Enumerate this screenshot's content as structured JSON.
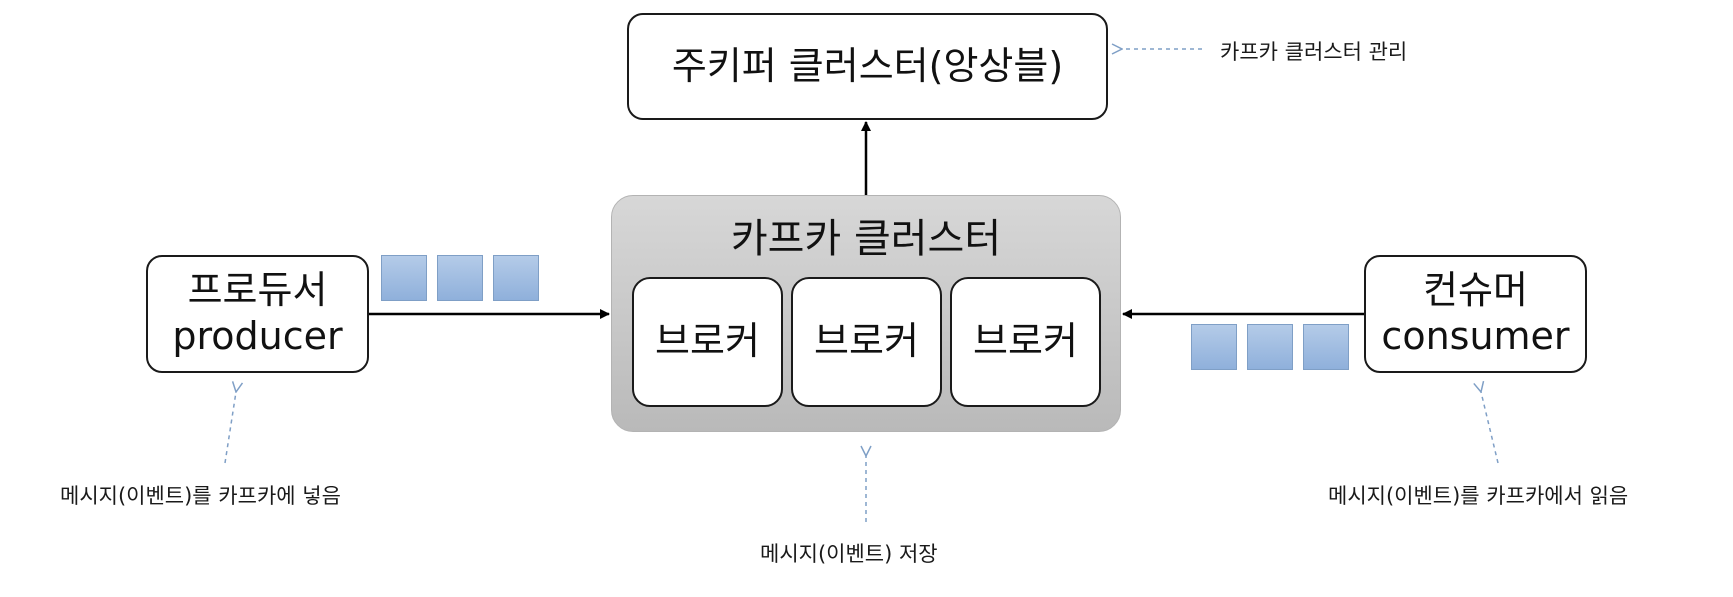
{
  "zookeeper": {
    "label": "주키퍼 클러스터(앙상블)"
  },
  "kafka_cluster": {
    "title": "카프카 클러스터",
    "brokers": [
      "브로커",
      "브로커",
      "브로커"
    ]
  },
  "producer": {
    "line1": "프로듀서",
    "line2": "producer"
  },
  "consumer": {
    "line1": "컨슈머",
    "line2": "consumer"
  },
  "annotations": {
    "zookeeper_note": "카프카 클러스터 관리",
    "producer_note": "메시지(이벤트)를 카프카에 넣음",
    "storage_note": "메시지(이벤트) 저장",
    "consumer_note": "메시지(이벤트)를 카프카에서 읽음"
  },
  "colors": {
    "message_block": "#9ab8df",
    "cluster_fill": "#c9c9c9",
    "dashed_arrow": "#7f9fc6"
  }
}
